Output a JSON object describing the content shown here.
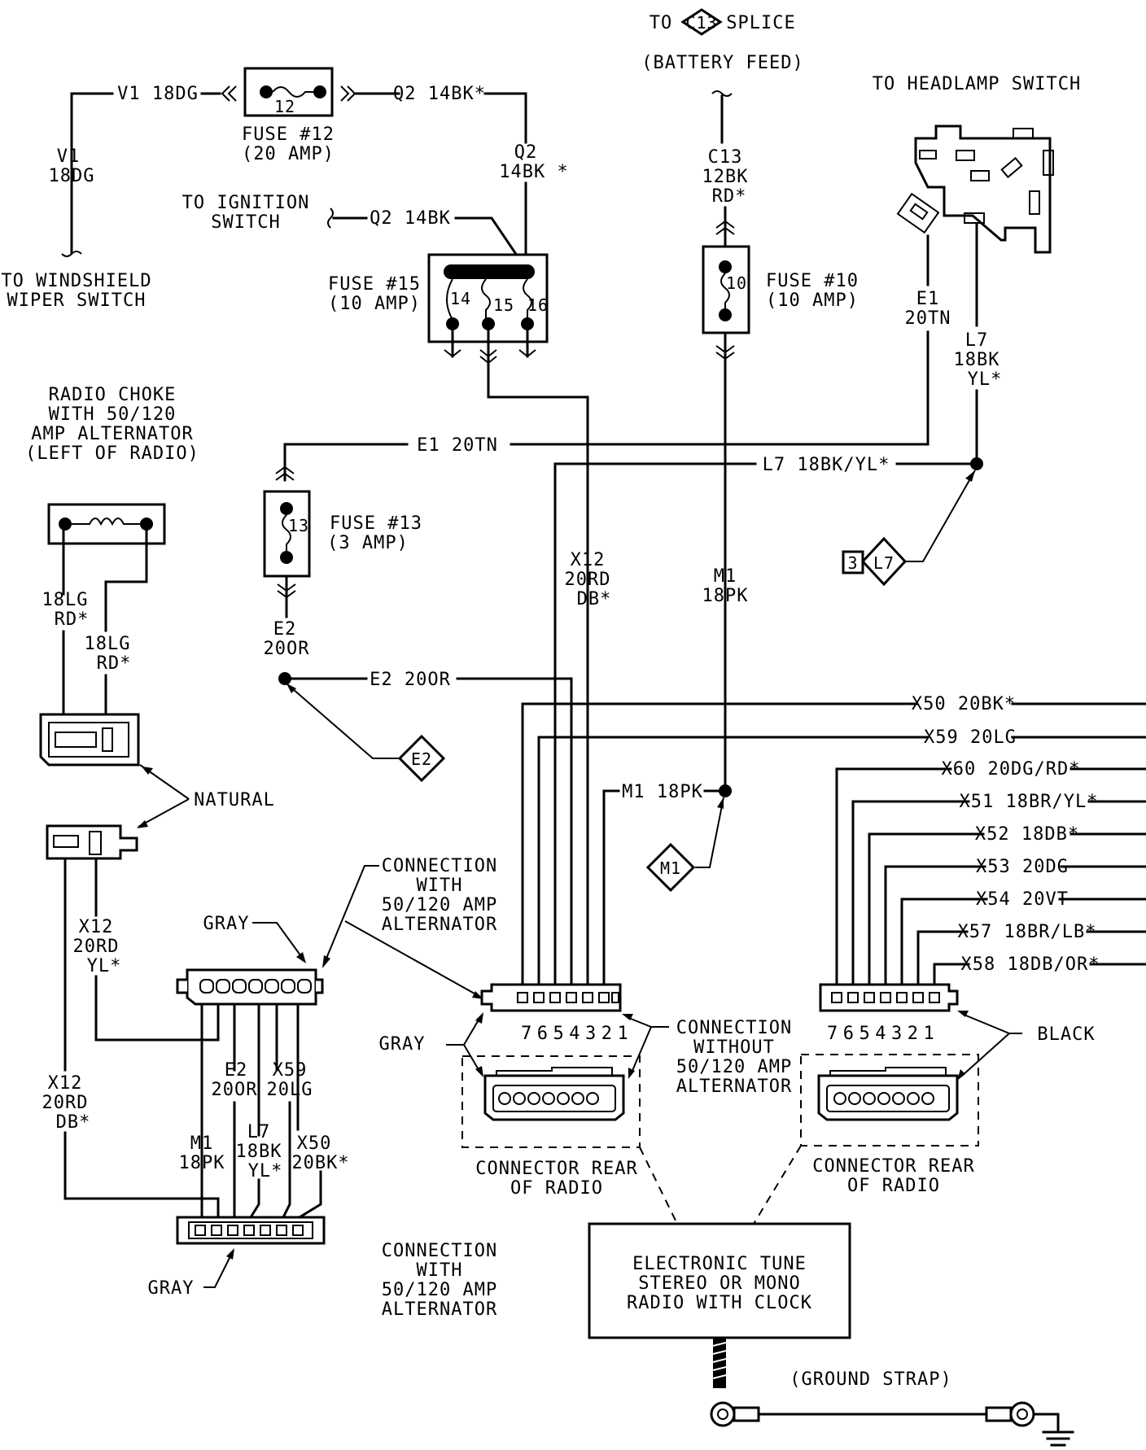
{
  "labels": {
    "to_splice_prefix": "TO",
    "splice_id": "C13",
    "splice_suffix": "SPLICE",
    "battery_feed": "(BATTERY FEED)",
    "to_headlamp_switch": "TO HEADLAMP SWITCH",
    "v1_18dg_top": "V1 18DG",
    "q2_14bk_top": "Q2 14BK*",
    "fuse12_num": "12",
    "fuse12_line1": "FUSE #12",
    "fuse12_line2": "(20 AMP)",
    "v1_side_1": "V1",
    "v1_side_2": "18DG",
    "q2_side_1": "Q2",
    "q2_side_2": "14BK *",
    "c13_1": "C13",
    "c13_2": "12BK",
    "c13_3": "RD*",
    "to_ignition_1": "TO IGNITION",
    "to_ignition_2": "SWITCH",
    "q2_14bk_ign": "Q2 14BK",
    "to_wiper_1": "TO WINDSHIELD",
    "to_wiper_2": "WIPER SWITCH",
    "fuse15_line1": "FUSE #15",
    "fuse15_line2": "(10 AMP)",
    "fuse15_n14": "14",
    "fuse15_n15": "15",
    "fuse15_n16": "16",
    "fuse10_num": "10",
    "fuse10_line1": "FUSE #10",
    "fuse10_line2": "(10 AMP)",
    "e1_side_1": "E1",
    "e1_side_2": "20TN",
    "l7_side_1": "L7",
    "l7_side_2": "18BK",
    "l7_side_3": "YL*",
    "choke_1": "RADIO CHOKE",
    "choke_2": "WITH 50/120",
    "choke_3": "AMP ALTERNATOR",
    "choke_4": "(LEFT OF RADIO)",
    "e1_20tn": "E1 20TN",
    "l7_18bk_yl": "L7 18BK/YL*",
    "fuse13_num": "13",
    "fuse13_line1": "FUSE #13",
    "fuse13_line2": "(3 AMP)",
    "l7_conn_num": "3",
    "l7_conn_id": "L7",
    "x12_mid_1": "X12",
    "x12_mid_2": "20RD",
    "x12_mid_3": "DB*",
    "m1_mid_1": "M1",
    "m1_mid_2": "18PK",
    "lg_1a": "18LG",
    "lg_1b": "RD*",
    "lg_2a": "18LG",
    "lg_2b": "RD*",
    "e2_side_1": "E2",
    "e2_side_2": "20OR",
    "e2_20or": "E2 20OR",
    "e2_conn": "E2",
    "x50": "X50 20BK*",
    "x59": "X59 20LG",
    "x60": "X60 20DG/RD*",
    "x51": "X51 18BR/YL*",
    "x52": "X52 18DB*",
    "x53": "X53 20DG",
    "x54": "X54 20VT",
    "x57": "X57 18BR/LB*",
    "x58": "X58 18DB/OR*",
    "m1_18pk": "M1 18PK",
    "m1_conn": "M1",
    "natural": "NATURAL",
    "conn_with_1": "CONNECTION",
    "conn_with_2": "WITH",
    "conn_with_3": "50/120 AMP",
    "conn_with_4": "ALTERNATOR",
    "gray_top": "GRAY",
    "x12_left_1": "X12",
    "x12_left_2": "20RD",
    "x12_left_3": "YL*",
    "pin_numbers_1": "7654321",
    "pin_numbers_2": "7654321",
    "gray_mid": "GRAY",
    "conn_without_1": "CONNECTION",
    "conn_without_2": "WITHOUT",
    "conn_without_3": "50/120 AMP",
    "conn_without_4": "ALTERNATOR",
    "black": "BLACK",
    "e2_bot_1": "E2",
    "e2_bot_2": "20OR",
    "x59_bot_1": "X59",
    "x59_bot_2": "20LG",
    "x12_bot_1": "X12",
    "x12_bot_2": "20RD",
    "x12_bot_3": "DB*",
    "m1_bot_1": "M1",
    "m1_bot_2": "18PK",
    "l7_bot_1": "L7",
    "l7_bot_2": "18BK",
    "l7_bot_3": "YL*",
    "x50_bot_1": "X50",
    "x50_bot_2": "20BK*",
    "rear_1a": "CONNECTOR REAR",
    "rear_1b": "OF RADIO",
    "rear_2a": "CONNECTOR REAR",
    "rear_2b": "OF RADIO",
    "gray_bot": "GRAY",
    "conn_with_b1": "CONNECTION",
    "conn_with_b2": "WITH",
    "conn_with_b3": "50/120 AMP",
    "conn_with_b4": "ALTERNATOR",
    "radio_1": "ELECTRONIC TUNE",
    "radio_2": "STEREO OR MONO",
    "radio_3": "RADIO WITH CLOCK",
    "ground_strap": "(GROUND STRAP)"
  }
}
